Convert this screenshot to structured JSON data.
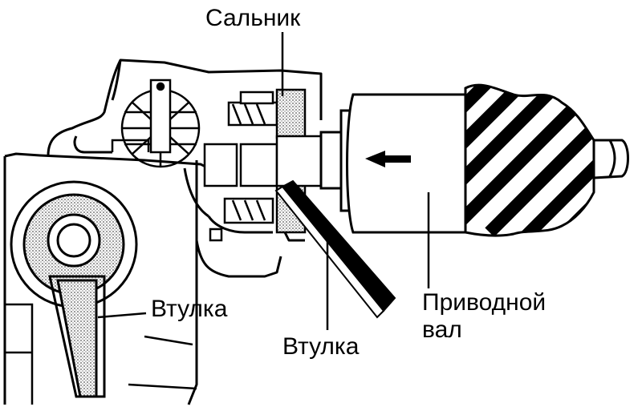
{
  "labels": {
    "oil_seal": "Сальник",
    "bushing_left": "Втулка",
    "bushing_bottom": "Втулка",
    "drive_shaft_line1": "Приводной",
    "drive_shaft_line2": "вал"
  },
  "colors": {
    "ink": "#000000",
    "paper": "#ffffff",
    "stipple": "#b8b8b8"
  }
}
